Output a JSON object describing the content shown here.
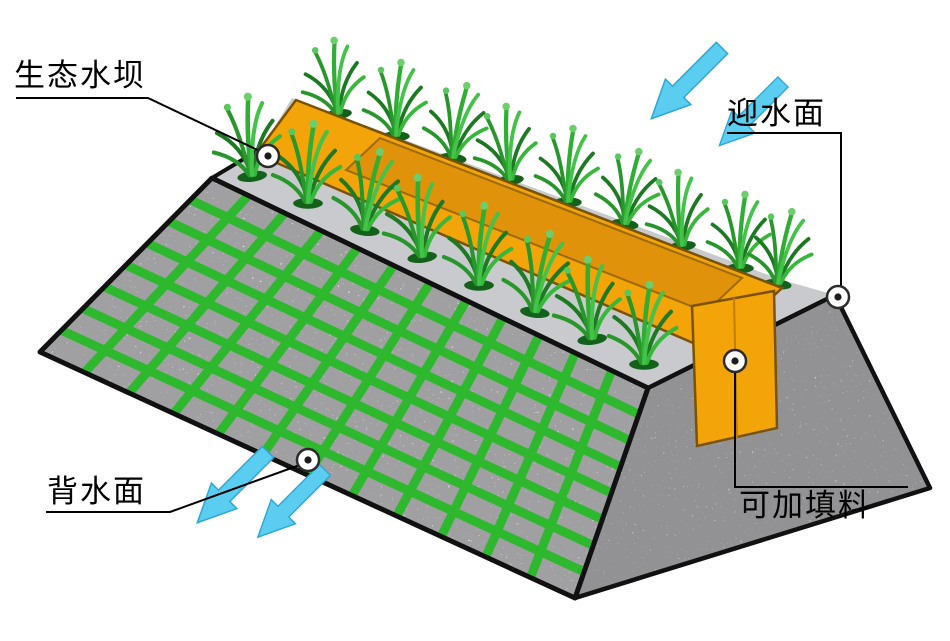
{
  "diagram": {
    "labels": [
      {
        "id": "eco-dam",
        "text": "生态水坝"
      },
      {
        "id": "upstream-face",
        "text": "迎水面"
      },
      {
        "id": "downstream-face",
        "text": "背水面"
      },
      {
        "id": "filler",
        "text": "可加填料"
      }
    ],
    "colors": {
      "grid_green": "#2eb82e",
      "panel_orange": "#f2a409",
      "panel_orange_dark": "#e0920a",
      "arrow_cyan": "#5bcdf0",
      "stone_gray": "#a0a0a3",
      "crest_gray": "#c9cacd",
      "outline": "#111111"
    }
  }
}
